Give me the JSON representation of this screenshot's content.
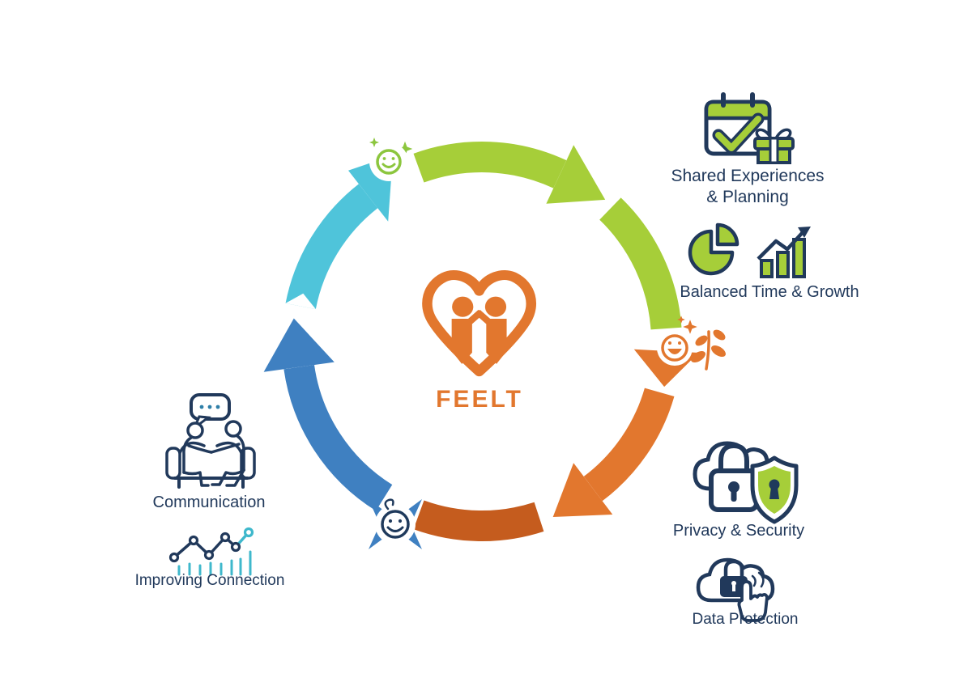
{
  "brand": "FEELT",
  "diagram": {
    "type": "cycle",
    "direction": "clockwise",
    "center_logo": "heart-with-two-people",
    "colors": {
      "green": "#A6CE39",
      "cyan": "#4FC4DA",
      "blue": "#3F80C1",
      "orange": "#E2772E",
      "dark_orange": "#C55C1E",
      "navy": "#21395B",
      "teal": "#3FB8CC"
    },
    "stages": [
      {
        "position": "top-right",
        "label": "Shared Experiences & Planning",
        "arc_color": "#A6CE39",
        "icons": [
          "calendar-check",
          "gift"
        ]
      },
      {
        "position": "right",
        "label": "Balanced Time & Growth",
        "arc_color": "#A6CE39",
        "icons": [
          "pie-chart",
          "bar-chart-growth-arrow"
        ]
      },
      {
        "position": "bottom-right",
        "label": "Privacy & Security",
        "arc_color": "#E2772E",
        "icons": [
          "cloud-lock",
          "shield-keyhole"
        ]
      },
      {
        "position": "bottom-right-lower",
        "label": "Data Protection",
        "arc_color": "#C55C1E",
        "icons": [
          "cloud-lock-tap-hand"
        ]
      },
      {
        "position": "left",
        "label": "Communication",
        "arc_color": "#3F80C1",
        "icons": [
          "speech-bubble",
          "couch-conversation"
        ]
      },
      {
        "position": "bottom-left",
        "label": "Improving Connection",
        "arc_color": "#4FC4DA",
        "icons": [
          "line-chart-up"
        ]
      }
    ],
    "junction_marks": [
      "green-smiley-sparkles",
      "orange-laughing-smiley-plant",
      "navy-baby-smiley-star"
    ]
  },
  "labels": {
    "shared_line1": "Shared Experiences",
    "shared_line2": "& Planning",
    "balanced": "Balanced Time & Growth",
    "privacy": "Privacy & Security",
    "data_protection": "Data Protection",
    "communication": "Communication",
    "improving": "Improving Connection"
  }
}
